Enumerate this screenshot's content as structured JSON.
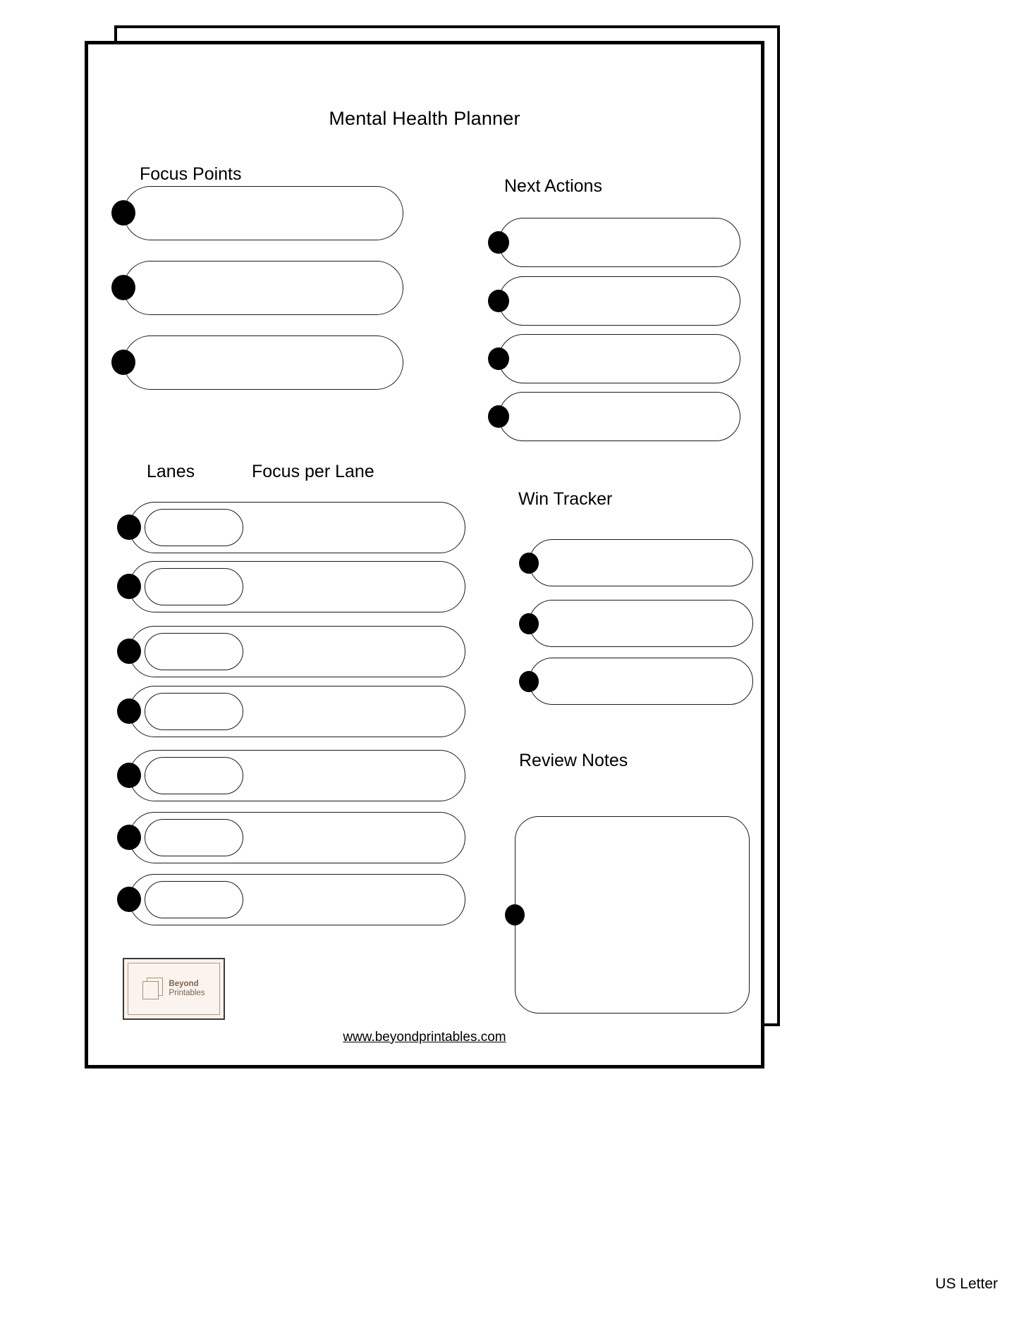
{
  "document": {
    "title": "Mental Health Planner",
    "paper_size": "US Letter",
    "footer_url": "www.beyondprintables.com"
  },
  "brand": {
    "name_line1": "Beyond",
    "name_line2": "Printables",
    "icon": "stacked-pages-icon",
    "box_fill": "#faf2eb",
    "border_color": "#b49a84",
    "text_color": "#7a6353"
  },
  "sections": {
    "focus_points": {
      "heading": "Focus Points",
      "rows": [
        "",
        "",
        ""
      ]
    },
    "next_actions": {
      "heading": "Next Actions",
      "rows": [
        "",
        "",
        "",
        ""
      ]
    },
    "lanes": {
      "heading_left": "Lanes",
      "heading_right": "Focus per Lane",
      "rows": [
        {
          "lane": "",
          "focus": ""
        },
        {
          "lane": "",
          "focus": ""
        },
        {
          "lane": "",
          "focus": ""
        },
        {
          "lane": "",
          "focus": ""
        },
        {
          "lane": "",
          "focus": ""
        },
        {
          "lane": "",
          "focus": ""
        },
        {
          "lane": "",
          "focus": ""
        }
      ]
    },
    "win_tracker": {
      "heading": "Win Tracker",
      "rows": [
        "",
        "",
        ""
      ]
    },
    "review_notes": {
      "heading": "Review Notes",
      "value": ""
    }
  },
  "style": {
    "ink": "#000000",
    "line": "#1a1a1a",
    "paper": "#ffffff"
  }
}
